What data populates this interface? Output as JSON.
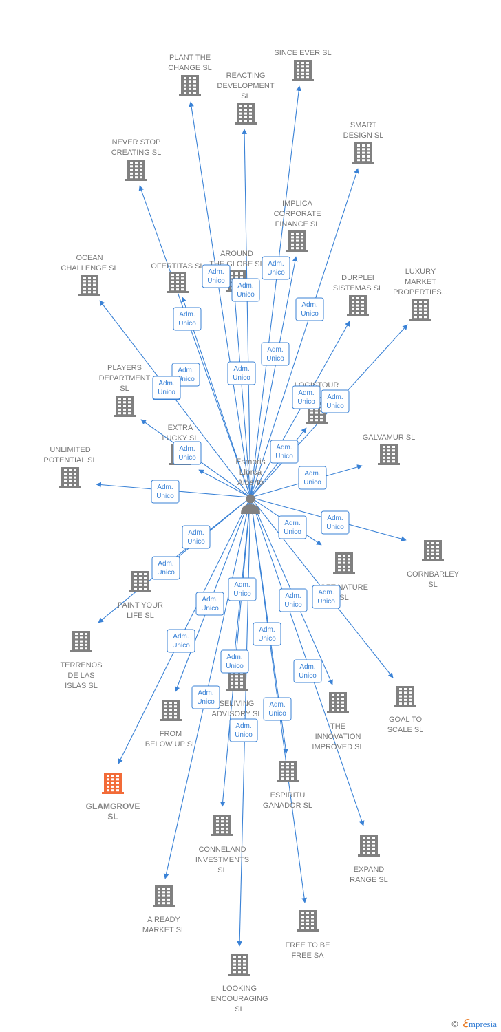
{
  "colors": {
    "edge": "#3a82d6",
    "node": "#808080",
    "highlight": "#f26b38",
    "label": "#777777"
  },
  "center": {
    "name_lines": [
      "Esmoris",
      "Llorca",
      "Alberto"
    ],
    "icon": "person-icon"
  },
  "badge_lines": [
    "Adm.",
    "Unico"
  ],
  "companies": [
    {
      "id": "plant-the-change",
      "lines": [
        "PLANT THE",
        "CHANGE  SL"
      ]
    },
    {
      "id": "since-ever",
      "lines": [
        "SINCE EVER  SL"
      ]
    },
    {
      "id": "reacting-development",
      "lines": [
        "REACTING",
        "DEVELOPMENT",
        "SL"
      ]
    },
    {
      "id": "smart-design",
      "lines": [
        "SMART",
        "DESIGN  SL"
      ]
    },
    {
      "id": "never-stop-creating",
      "lines": [
        "NEVER STOP",
        "CREATING  SL"
      ]
    },
    {
      "id": "implica-corporate-finance",
      "lines": [
        "IMPLICA",
        "CORPORATE",
        "FINANCE  SL"
      ]
    },
    {
      "id": "ocean-challenge",
      "lines": [
        "OCEAN",
        "CHALLENGE  SL"
      ]
    },
    {
      "id": "ofertitas",
      "lines": [
        "OFERTITAS  SL"
      ]
    },
    {
      "id": "around-the-globe",
      "lines": [
        "AROUND",
        "THE GLOBE  SL"
      ]
    },
    {
      "id": "durplei-sistemas",
      "lines": [
        "DURPLEI",
        "SISTEMAS  SL"
      ]
    },
    {
      "id": "luxury-market-properties",
      "lines": [
        "LUXURY",
        "MARKET",
        "PROPERTIES..."
      ]
    },
    {
      "id": "players-department",
      "lines": [
        "PLAYERS",
        "DEPARTMENT",
        "SL"
      ]
    },
    {
      "id": "logistour",
      "lines": [
        "LOGISTOUR",
        "SL"
      ]
    },
    {
      "id": "extra-lucky",
      "lines": [
        "EXTRA",
        "LUCKY  SL"
      ]
    },
    {
      "id": "galvamur",
      "lines": [
        "GALVAMUR  SL"
      ]
    },
    {
      "id": "unlimited-potential",
      "lines": [
        "UNLIMITED",
        "POTENTIAL  SL"
      ]
    },
    {
      "id": "cornbarley",
      "lines": [
        "CORNBARLEY",
        "SL"
      ]
    },
    {
      "id": "get-nature",
      "lines": [
        "GET NATURE",
        "SL"
      ]
    },
    {
      "id": "paint-your-life",
      "lines": [
        "PAINT YOUR",
        "LIFE  SL"
      ]
    },
    {
      "id": "terrenos-de-las-islas",
      "lines": [
        "TERRENOS",
        "DE LAS",
        "ISLAS  SL"
      ]
    },
    {
      "id": "goal-to-scale",
      "lines": [
        "GOAL TO",
        "SCALE  SL"
      ]
    },
    {
      "id": "selliving-advisory",
      "lines": [
        "SELIVING",
        "ADVISORY  SL"
      ]
    },
    {
      "id": "from-below-up",
      "lines": [
        "FROM",
        "BELOW UP  SL"
      ]
    },
    {
      "id": "the-innovation-improved",
      "lines": [
        "THE",
        "INNOVATION",
        "IMPROVED  SL"
      ]
    },
    {
      "id": "glamgrove",
      "lines": [
        "GLAMGROVE",
        "SL"
      ],
      "highlight": true
    },
    {
      "id": "espiritu-ganador",
      "lines": [
        "ESPIRITU",
        "GANADOR SL"
      ]
    },
    {
      "id": "conneland-investments",
      "lines": [
        "CONNELAND",
        "INVESTMENTS",
        "SL"
      ]
    },
    {
      "id": "expand-range",
      "lines": [
        "EXPAND",
        "RANGE  SL"
      ]
    },
    {
      "id": "a-ready-market",
      "lines": [
        "A READY",
        "MARKET  SL"
      ]
    },
    {
      "id": "free-to-be-free",
      "lines": [
        "FREE TO BE",
        "FREE SA"
      ]
    },
    {
      "id": "looking-encouraging",
      "lines": [
        "LOOKING",
        "ENCOURAGING",
        "SL"
      ]
    }
  ],
  "footer": {
    "copyright": "©",
    "brand_initial": "ℇ",
    "brand_rest": "mpresia"
  }
}
